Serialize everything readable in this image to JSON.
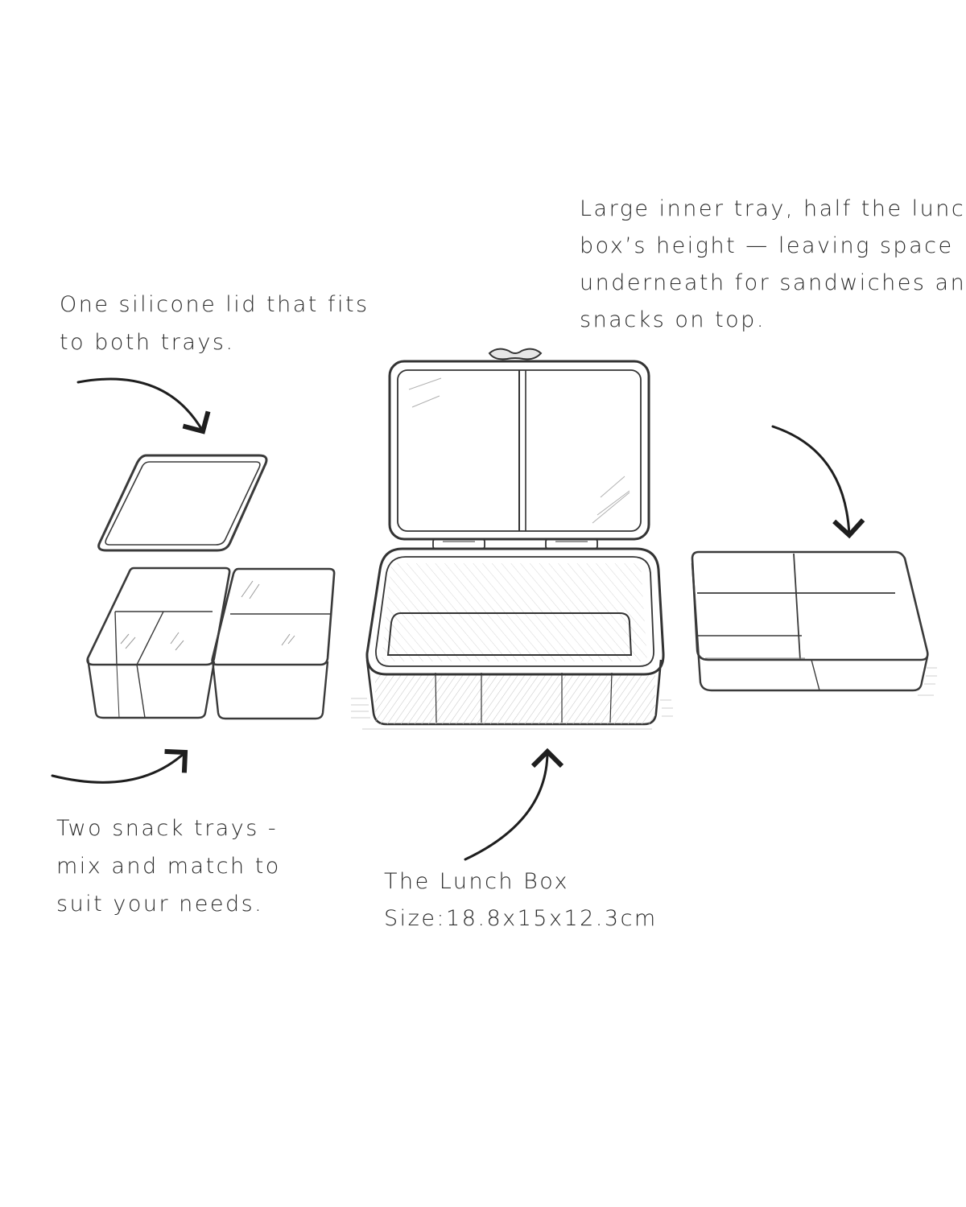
{
  "captions": {
    "lid": {
      "line1": "One silicone lid  that fits",
      "line2": "to both trays."
    },
    "inner_tray": {
      "line1": "Large inner tray, half the lunch",
      "line2": "box’s height — leaving space",
      "line3": "underneath for sandwiches and",
      "line4": "snacks on top."
    },
    "snack_trays": {
      "line1": "Two snack trays -",
      "line2": "mix and match to",
      "line3": "suit your needs."
    },
    "lunch_box": {
      "line1": "The Lunch Box",
      "line2": "Size:18.8x15x12.3cm"
    }
  },
  "colors": {
    "ink": "#2b2b2b",
    "sketch": "#3a3a3a",
    "shade": "#b5b5b5",
    "background": "#ffffff"
  }
}
